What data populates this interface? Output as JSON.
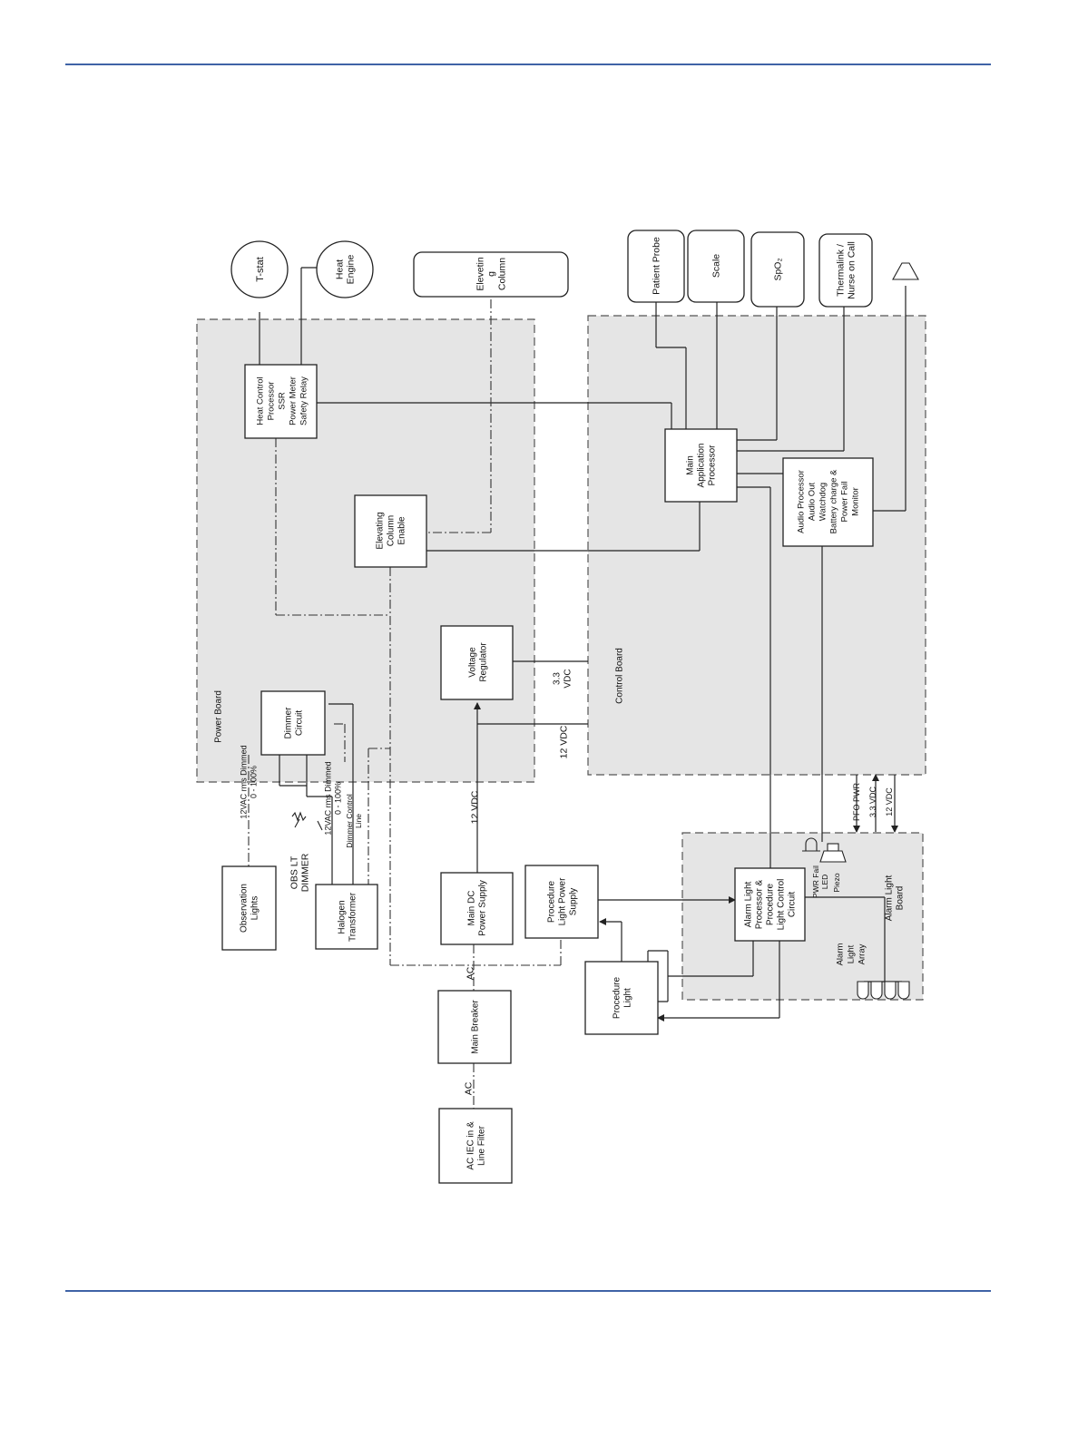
{
  "diagram": {
    "regions": {
      "power_board": "Power Board",
      "control_board": "Control Board",
      "alarm_light_board": [
        "Alarm Light",
        "Board"
      ]
    },
    "blocks": {
      "t_stat": [
        "T-stat"
      ],
      "heat_engine": [
        "Heat",
        "Engine"
      ],
      "elevating_column": [
        "Elevetin",
        "g",
        "Column"
      ],
      "patient_probe": [
        "Patient Probe"
      ],
      "scale": [
        "Scale"
      ],
      "spo2": [
        "SpO₂"
      ],
      "thermalink": [
        "Thermalink /",
        "Nurse on Call"
      ],
      "heat_control": [
        "Heat Control",
        "Processor",
        "SSR",
        "Power Meter",
        "Safety Relay"
      ],
      "elevating_column_enable": [
        "Elevating",
        "Column",
        "Enable"
      ],
      "voltage_regulator": [
        "Voltage",
        "Regulator"
      ],
      "dimmer_circuit": [
        "Dimmer",
        "Circuit"
      ],
      "main_app_processor": [
        "Main",
        "Application",
        "Processor"
      ],
      "audio_processor": [
        "Audio Processor",
        "Audio Out",
        "Watchdog",
        "Battery charge &",
        "Power Fail",
        "Monitor"
      ],
      "observation_lights": [
        "Observation",
        "Lights"
      ],
      "halogen_transformer": [
        "Halogen",
        "Transformer"
      ],
      "main_dc_power_supply": [
        "Main DC",
        "Power Supply"
      ],
      "procedure_light_power_supply": [
        "Procedure",
        "Light Power",
        "Supply"
      ],
      "alarm_light_processor": [
        "Alarm Light",
        "Processor &",
        "Procedure",
        "Light Control",
        "Circuit"
      ],
      "procedure_light": [
        "Procedure",
        "Light"
      ],
      "main_breaker": [
        "Main Breaker"
      ],
      "ac_iec": [
        "AC IEC in &",
        "Line Filter"
      ]
    },
    "labels": {
      "v33_vdc": [
        "3.3",
        "VDC"
      ],
      "vdc12_control": "12 VDC",
      "vdc12_supply": "12 VDC",
      "dimmed_12vac_1": [
        "12VAC rms Dimmed",
        "0 - 100%"
      ],
      "dimmed_12vac_2": [
        "12VAC rms Dimmed",
        "0 - 100%"
      ],
      "dimmer_control_line": [
        "Dimmer Control",
        "Line"
      ],
      "obs_lt_dimmer": [
        "OBS LT",
        "DIMMER"
      ],
      "ac_1": "AC",
      "ac_2": "AC",
      "pfo_pwr": "PFO PWR",
      "v33_alarm": "3.3 VDC",
      "v12_alarm": "12 VDC",
      "pwr_fail_led": [
        "PWR Fail",
        "LED"
      ],
      "piezo": "Piezo",
      "alarm_light_array": [
        "Alarm",
        "Light",
        "Array"
      ]
    }
  },
  "colors": {
    "rule": "#3f63a6",
    "board_fill": "#e5e5e5",
    "line": "#222222"
  }
}
